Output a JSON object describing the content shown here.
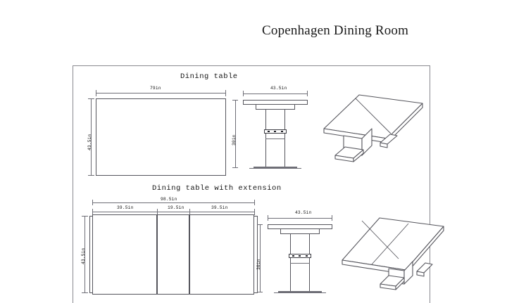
{
  "document": {
    "title": "Copenhagen Dining Room",
    "units": "in"
  },
  "sections": [
    {
      "id": "dining-table",
      "heading": "Dining table",
      "plan": {
        "width_label": "79in",
        "depth_label": "43.5in"
      },
      "elevation": {
        "width_label": "43.5in",
        "height_label": "30in"
      }
    },
    {
      "id": "dining-table-with-extension",
      "heading": "Dining table with extension",
      "plan": {
        "total_width_label": "98.5in",
        "segment_labels": [
          "39.5in",
          "19.5in",
          "39.5in"
        ],
        "depth_label": "43.5in"
      },
      "elevation": {
        "width_label": "43.5in",
        "height_label": "30in"
      }
    }
  ],
  "colors": {
    "line": "#55555c",
    "frame": "#8a8a90",
    "text": "#141414",
    "background": "#ffffff"
  }
}
